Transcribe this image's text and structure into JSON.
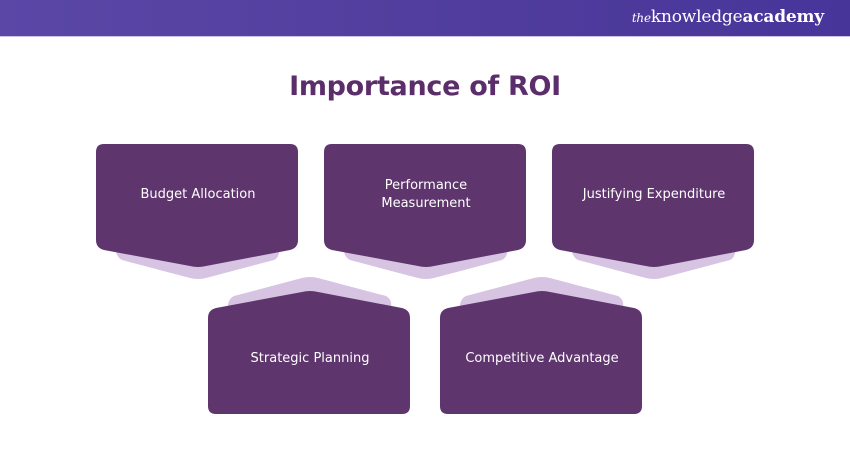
{
  "brand": {
    "logo_prefix": "the",
    "logo_main": "knowledge",
    "logo_suffix": "academy"
  },
  "title": "Importance of ROI",
  "colors": {
    "header": "#5a47a6",
    "title": "#5b2d6b",
    "card": "#5e356d",
    "card_shadow": "#d7c3e2",
    "card_text": "#ffffff"
  },
  "cards_top": [
    {
      "label_line1": "Budget Allocation",
      "label_line2": ""
    },
    {
      "label_line1": "Performance",
      "label_line2": "Measurement"
    },
    {
      "label_line1": "Justifying Expenditure",
      "label_line2": ""
    }
  ],
  "cards_bottom": [
    {
      "label_line1": "Strategic Planning"
    },
    {
      "label_line1": "Competitive Advantage"
    }
  ]
}
